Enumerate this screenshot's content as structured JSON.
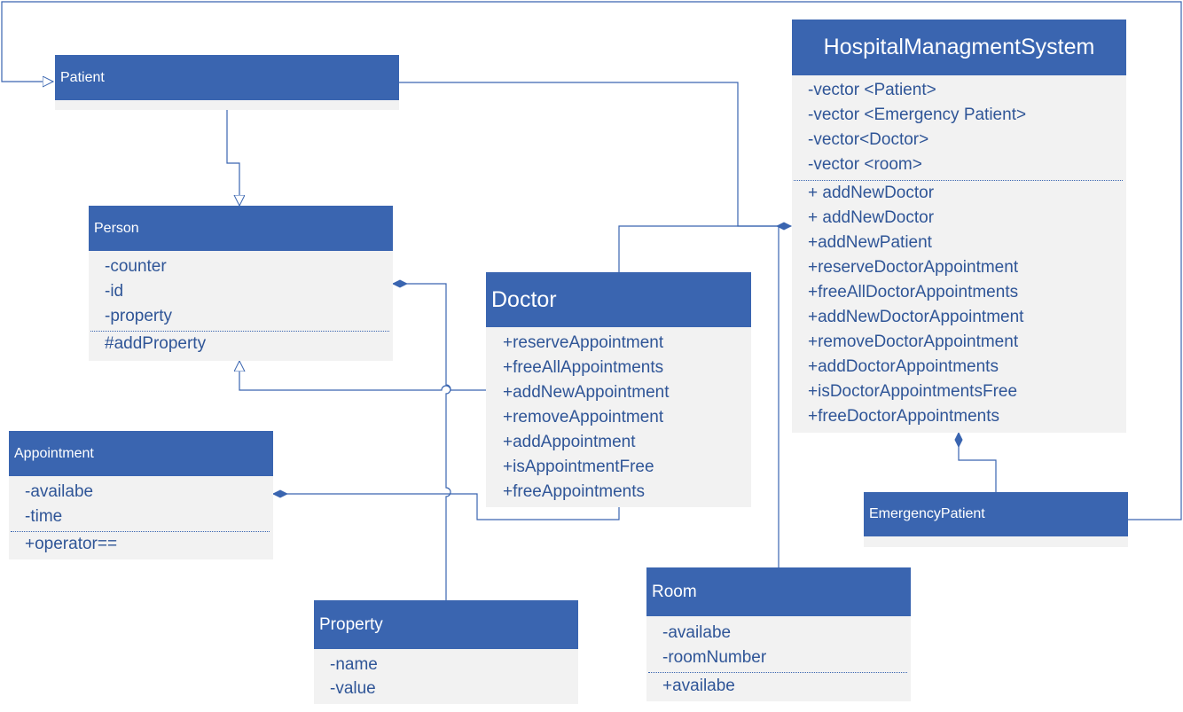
{
  "diagram": {
    "classes": {
      "patient": {
        "name": "Patient",
        "attributes": [],
        "methods": []
      },
      "person": {
        "name": "Person",
        "attributes": [
          "-counter",
          "-id",
          "-property"
        ],
        "methods": [
          "#addProperty"
        ]
      },
      "doctor": {
        "name": "Doctor",
        "attributes": [],
        "methods": [
          "+reserveAppointment",
          "+freeAllAppointments",
          "+addNewAppointment",
          "+removeAppointment",
          "+addAppointment",
          "+isAppointmentFree",
          "+freeAppointments"
        ]
      },
      "hms": {
        "name": "HospitalManagmentSystem",
        "attributes": [
          "-vector <Patient>",
          "-vector <Emergency Patient>",
          "-vector<Doctor>",
          "-vector <room>"
        ],
        "methods": [
          "+ addNewDoctor",
          "+ addNewDoctor",
          "+addNewPatient",
          "+reserveDoctorAppointment",
          "+freeAllDoctorAppointments",
          "+addNewDoctorAppointment",
          "+removeDoctorAppointment",
          "+addDoctorAppointments",
          "+isDoctorAppointmentsFree",
          "+freeDoctorAppointments"
        ]
      },
      "appointment": {
        "name": "Appointment",
        "attributes": [
          "-availabe",
          "-time"
        ],
        "methods": [
          "+operator=="
        ]
      },
      "emergency": {
        "name": "EmergencyPatient",
        "attributes": [],
        "methods": []
      },
      "room": {
        "name": "Room",
        "attributes": [
          "-availabe",
          "-roomNumber"
        ],
        "methods": [
          "+availabe"
        ]
      },
      "property": {
        "name": "Property",
        "attributes": [
          "-name",
          "-value"
        ],
        "methods": []
      }
    },
    "relations": [
      {
        "type": "generalization",
        "from": "Patient",
        "to": "Person"
      },
      {
        "type": "generalization",
        "from": "Doctor",
        "to": "Person"
      },
      {
        "type": "generalization",
        "from": "EmergencyPatient",
        "to": "Patient"
      },
      {
        "type": "composition",
        "whole": "Person",
        "part": "Property"
      },
      {
        "type": "composition",
        "whole": "Appointment",
        "part": "Doctor"
      },
      {
        "type": "composition",
        "whole": "HospitalManagmentSystem",
        "part": "Patient"
      },
      {
        "type": "composition",
        "whole": "HospitalManagmentSystem",
        "part": "Doctor"
      },
      {
        "type": "composition",
        "whole": "HospitalManagmentSystem",
        "part": "Room"
      },
      {
        "type": "composition",
        "whole": "HospitalManagmentSystem",
        "part": "EmergencyPatient"
      }
    ],
    "colors": {
      "header": "#3a65b0",
      "body": "#f2f2f2",
      "text": "#2f5597",
      "line": "#3a65b0"
    }
  }
}
